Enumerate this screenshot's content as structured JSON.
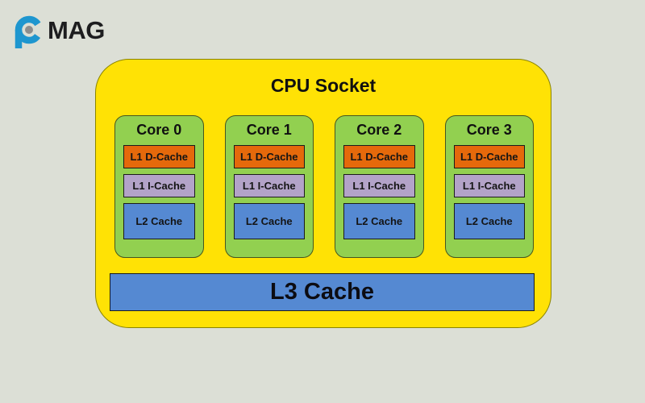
{
  "logo": {
    "text": "MAG",
    "icon": "pcmag-monogram-icon"
  },
  "diagram": {
    "title": "CPU Socket",
    "cores": [
      {
        "label": "Core 0",
        "caches": [
          "L1 D-Cache",
          "L1 I-Cache",
          "L2 Cache"
        ]
      },
      {
        "label": "Core 1",
        "caches": [
          "L1 D-Cache",
          "L1 I-Cache",
          "L2 Cache"
        ]
      },
      {
        "label": "Core 2",
        "caches": [
          "L1 D-Cache",
          "L1 I-Cache",
          "L2 Cache"
        ]
      },
      {
        "label": "Core 3",
        "caches": [
          "L1 D-Cache",
          "L1 I-Cache",
          "L2 Cache"
        ]
      }
    ],
    "shared_cache_label": "L3 Cache",
    "colors": {
      "canvas_background": "#dcdfd6",
      "socket_fill": "#ffe205",
      "core_fill": "#92d050",
      "l1_d_cache_fill": "#e5690b",
      "l1_i_cache_fill": "#b3a3c8",
      "l2_cache_fill": "#5589d2",
      "l3_cache_fill": "#5589d2",
      "logo_blue": "#1e96cf",
      "logo_gray": "#8d8d8d"
    }
  }
}
